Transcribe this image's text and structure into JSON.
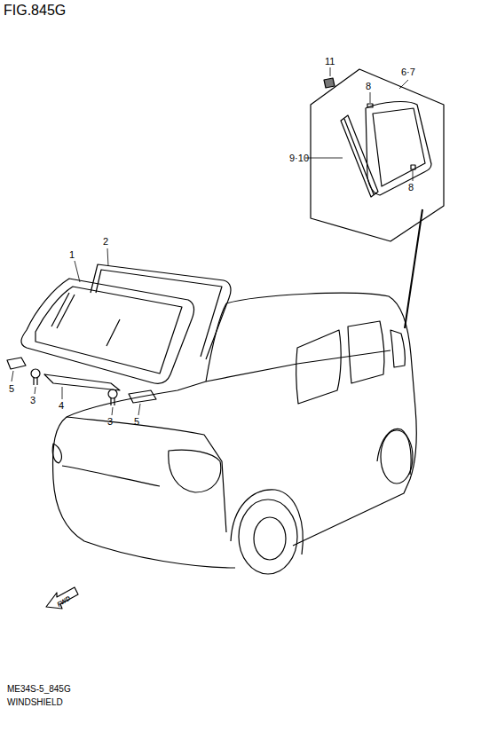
{
  "diagram": {
    "title": "FIG.845G",
    "labels": [
      "1",
      "2",
      "11",
      "6·7",
      "8",
      "9·10",
      "8",
      "5",
      "3",
      "4",
      "3",
      "5",
      "FWD",
      "ME34S-5_845G",
      "WINDSHIELD"
    ]
  }
}
